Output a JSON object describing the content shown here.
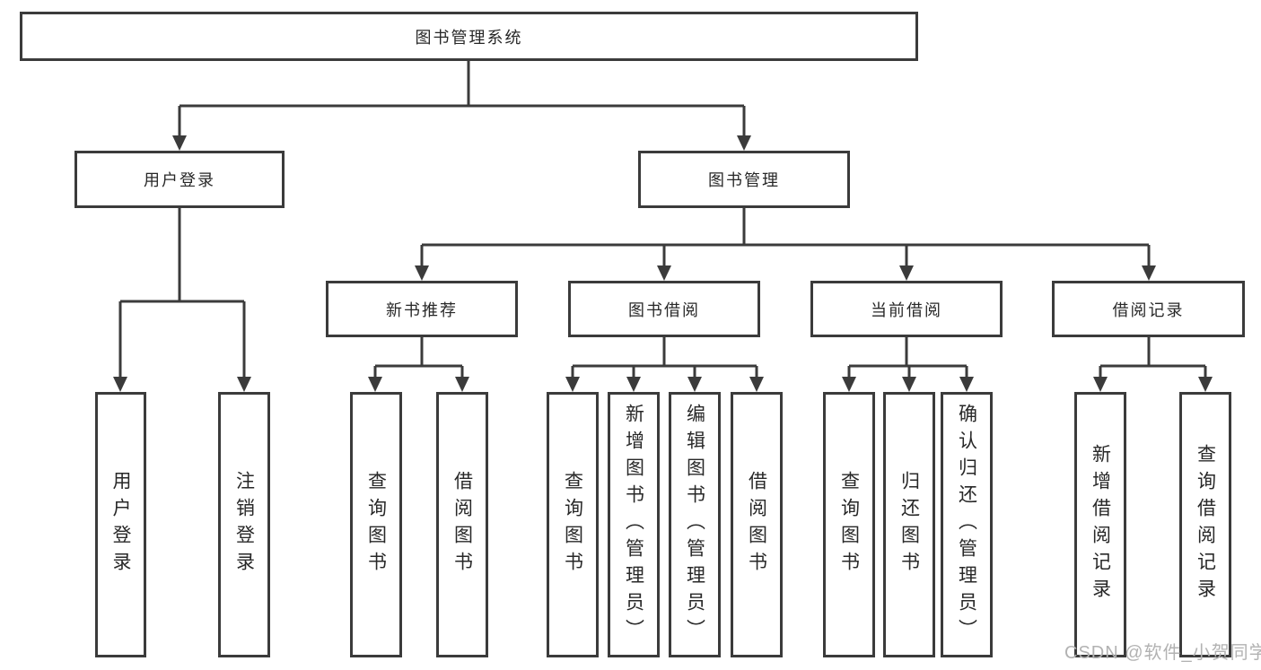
{
  "tree": {
    "label": "图书管理系统",
    "children": [
      {
        "label": "用户登录",
        "children": [
          {
            "label": "用户登录"
          },
          {
            "label": "注销登录"
          }
        ]
      },
      {
        "label": "图书管理",
        "children": [
          {
            "label": "新书推荐",
            "children": [
              {
                "label": "查询图书"
              },
              {
                "label": "借阅图书"
              }
            ]
          },
          {
            "label": "图书借阅",
            "children": [
              {
                "label": "查询图书"
              },
              {
                "label": "新增图书（管理员）"
              },
              {
                "label": "编辑图书（管理员）"
              },
              {
                "label": "借阅图书"
              }
            ]
          },
          {
            "label": "当前借阅",
            "children": [
              {
                "label": "查询图书"
              },
              {
                "label": "归还图书"
              },
              {
                "label": "确认归还（管理员）"
              }
            ]
          },
          {
            "label": "借阅记录",
            "children": [
              {
                "label": "新增借阅记录"
              },
              {
                "label": "查询借阅记录"
              }
            ]
          }
        ]
      }
    ]
  },
  "watermark": "CSDN @软件_小贺同学",
  "colors": {
    "line": "#3b3b3b",
    "text": "#282828",
    "box_background": "#ffffff",
    "watermark": "#b2b2b2"
  }
}
